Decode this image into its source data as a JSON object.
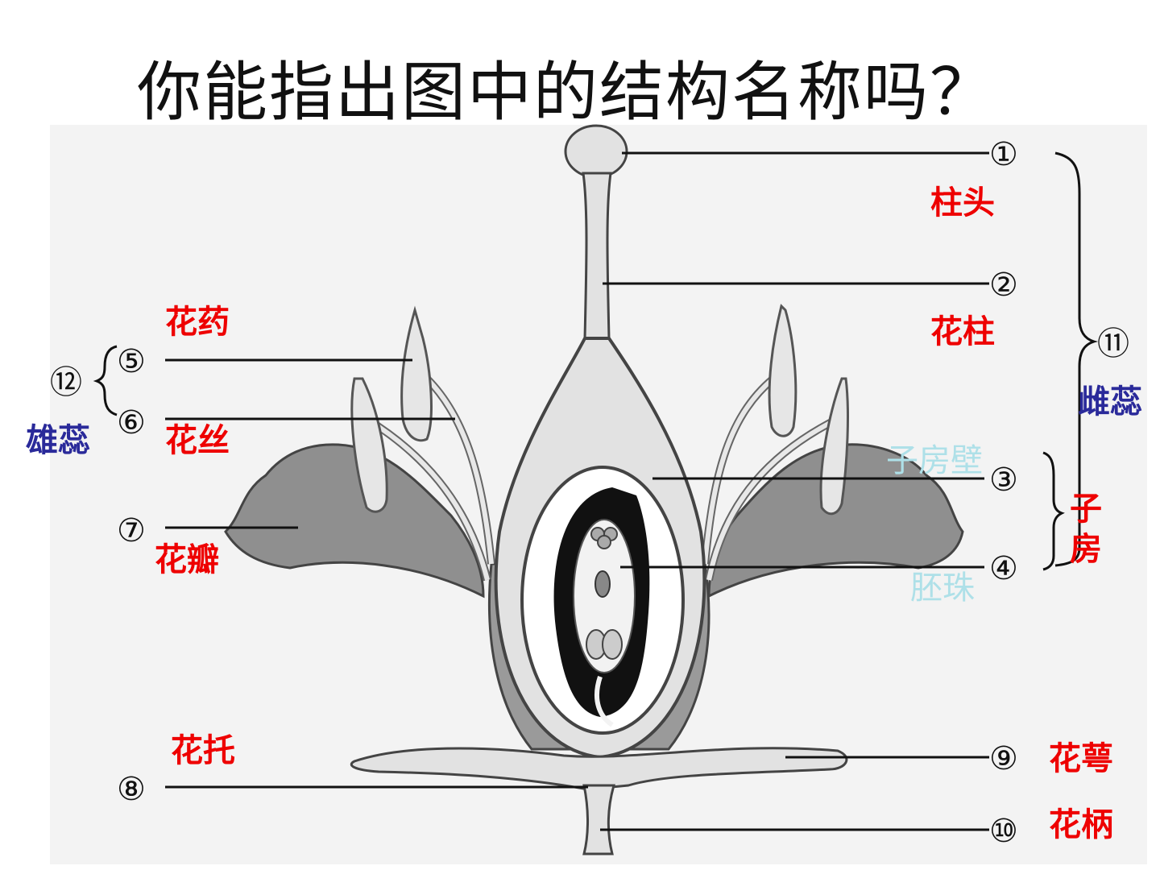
{
  "title": "你能指出图中的结构名称吗？",
  "colors": {
    "red": "#ee0000",
    "blue": "#2a2a9a",
    "cyan": "#aee0e8",
    "petal_gray": "#8f8f8f",
    "light_gray": "#d9d9d9",
    "panel_bg": "#f3f3f3"
  },
  "markers": {
    "m1": "①",
    "m2": "②",
    "m3": "③",
    "m4": "④",
    "m5": "⑤",
    "m6": "⑥",
    "m7": "⑦",
    "m8": "⑧",
    "m9": "⑨",
    "m10": "⑩",
    "m11": "⑪",
    "m12": "⑫"
  },
  "labels": {
    "stigma": "柱头",
    "style": "花柱",
    "pistil": "雌蕊",
    "ovary_wall": "子房壁",
    "ovary_1": "子",
    "ovary_2": "房",
    "ovule": "胚珠",
    "anther": "花药",
    "filament": "花丝",
    "stamen": "雄蕊",
    "petal": "花瓣",
    "receptacle": "花托",
    "sepal": "花萼",
    "pedicel": "花柄"
  }
}
